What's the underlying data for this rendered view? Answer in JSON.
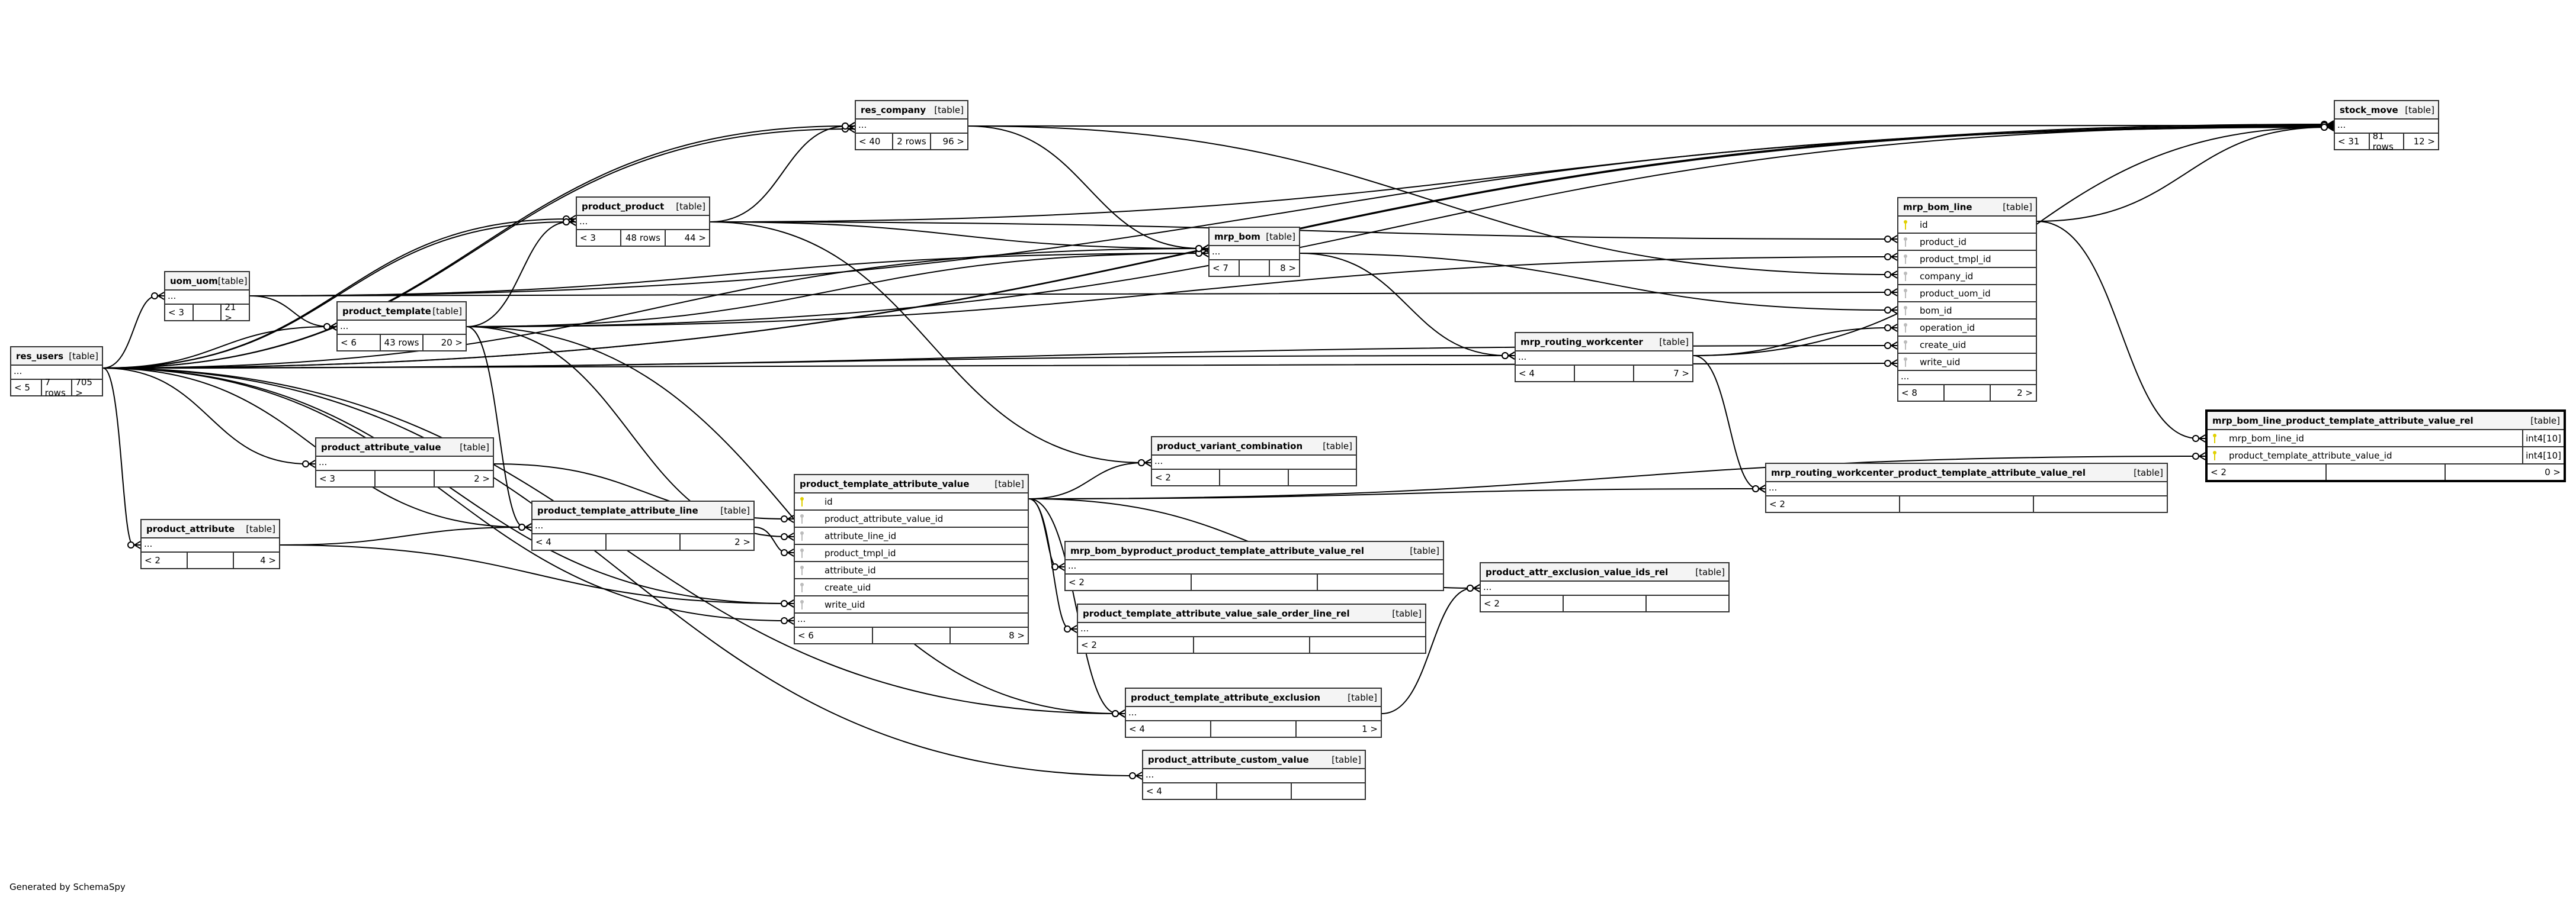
{
  "footer": "Generated by SchemaSpy",
  "type_label": "[table]",
  "ellipsis": "...",
  "tables": {
    "res_users": {
      "name": "res_users",
      "parents": "< 5",
      "rows": "7 rows",
      "children": "705 >"
    },
    "uom_uom": {
      "name": "uom_uom",
      "parents": "< 3",
      "rows": "",
      "children": "21 >"
    },
    "product_template": {
      "name": "product_template",
      "parents": "< 6",
      "rows": "43 rows",
      "children": "20 >"
    },
    "product_product": {
      "name": "product_product",
      "parents": "< 3",
      "rows": "48 rows",
      "children": "44 >"
    },
    "res_company": {
      "name": "res_company",
      "parents": "< 40",
      "rows": "2 rows",
      "children": "96 >"
    },
    "mrp_bom": {
      "name": "mrp_bom",
      "parents": "< 7",
      "rows": "",
      "children": "8 >"
    },
    "stock_move": {
      "name": "stock_move",
      "parents": "< 31",
      "rows": "81 rows",
      "children": "12 >"
    },
    "mrp_bom_line": {
      "name": "mrp_bom_line",
      "parents": "< 8",
      "rows": "",
      "children": "2 >",
      "columns": [
        {
          "name": "id",
          "key": "pk"
        },
        {
          "name": "product_id",
          "key": "fk"
        },
        {
          "name": "product_tmpl_id",
          "key": "fk"
        },
        {
          "name": "company_id",
          "key": "fk"
        },
        {
          "name": "product_uom_id",
          "key": "fk"
        },
        {
          "name": "bom_id",
          "key": "fk"
        },
        {
          "name": "operation_id",
          "key": "fk"
        },
        {
          "name": "create_uid",
          "key": "fk"
        },
        {
          "name": "write_uid",
          "key": "fk"
        }
      ]
    },
    "mrp_routing_workcenter": {
      "name": "mrp_routing_workcenter",
      "parents": "< 4",
      "rows": "",
      "children": "7 >"
    },
    "mrp_bom_line_product_template_attribute_value_rel": {
      "name": "mrp_bom_line_product_template_attribute_value_rel",
      "parents": "< 2",
      "rows": "",
      "children": "0 >",
      "columns": [
        {
          "name": "mrp_bom_line_id",
          "key": "pk",
          "type": "int4[10]"
        },
        {
          "name": "product_template_attribute_value_id",
          "key": "pk",
          "type": "int4[10]"
        }
      ]
    },
    "mrp_routing_workcenter_product_template_attribute_value_rel": {
      "name": "mrp_routing_workcenter_product_template_attribute_value_rel",
      "parents": "< 2",
      "rows": "",
      "children": ""
    },
    "product_variant_combination": {
      "name": "product_variant_combination",
      "parents": "< 2",
      "rows": "",
      "children": ""
    },
    "product_template_attribute_value": {
      "name": "product_template_attribute_value",
      "parents": "< 6",
      "rows": "",
      "children": "8 >",
      "columns": [
        {
          "name": "id",
          "key": "pk"
        },
        {
          "name": "product_attribute_value_id",
          "key": "fk"
        },
        {
          "name": "attribute_line_id",
          "key": "fk"
        },
        {
          "name": "product_tmpl_id",
          "key": "fk"
        },
        {
          "name": "attribute_id",
          "key": "fk"
        },
        {
          "name": "create_uid",
          "key": "fk"
        },
        {
          "name": "write_uid",
          "key": "fk"
        }
      ]
    },
    "product_attribute_value": {
      "name": "product_attribute_value",
      "parents": "< 3",
      "rows": "",
      "children": "2 >"
    },
    "product_template_attribute_line": {
      "name": "product_template_attribute_line",
      "parents": "< 4",
      "rows": "",
      "children": "2 >"
    },
    "product_attribute": {
      "name": "product_attribute",
      "parents": "< 2",
      "rows": "",
      "children": "4 >"
    },
    "mrp_bom_byproduct_product_template_attribute_value_rel": {
      "name": "mrp_bom_byproduct_product_template_attribute_value_rel",
      "parents": "< 2",
      "rows": "",
      "children": ""
    },
    "product_template_attribute_value_sale_order_line_rel": {
      "name": "product_template_attribute_value_sale_order_line_rel",
      "parents": "< 2",
      "rows": "",
      "children": ""
    },
    "product_attr_exclusion_value_ids_rel": {
      "name": "product_attr_exclusion_value_ids_rel",
      "parents": "< 2",
      "rows": "",
      "children": ""
    },
    "product_template_attribute_exclusion": {
      "name": "product_template_attribute_exclusion",
      "parents": "< 4",
      "rows": "",
      "children": "1 >"
    },
    "product_attribute_custom_value": {
      "name": "product_attribute_custom_value",
      "parents": "< 4",
      "rows": "",
      "children": ""
    }
  }
}
